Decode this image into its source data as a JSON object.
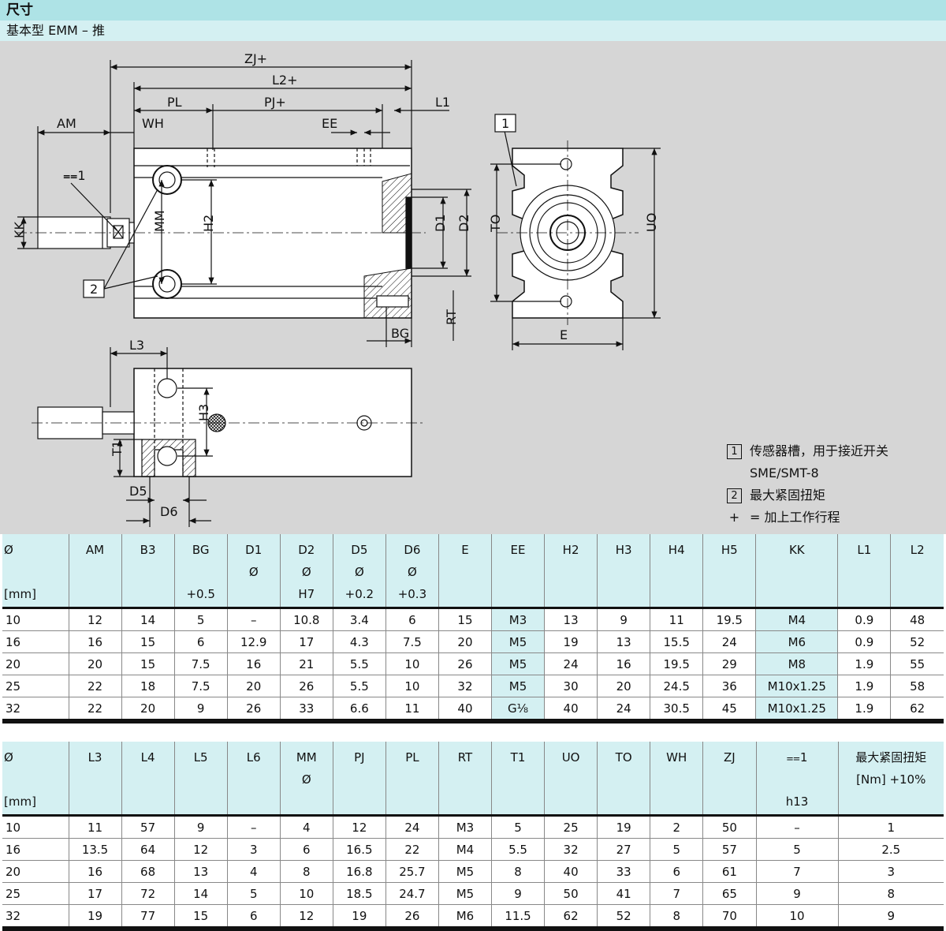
{
  "header": {
    "title": "尺寸",
    "subtitle": "基本型 EMM – 推"
  },
  "drawing": {
    "labels": {
      "ZJ": "ZJ+",
      "L2": "L2+",
      "PL": "PL",
      "PJ": "PJ+",
      "L1": "L1",
      "AM": "AM",
      "WH": "WH",
      "EE": "EE",
      "SW": "⩵1",
      "KK": "KK",
      "MM": "MM",
      "H2": "H2",
      "D1": "D1",
      "D2": "D2",
      "RT": "RT",
      "BG": "BG",
      "TO": "TO",
      "UO": "UO",
      "E": "E",
      "L3": "L3",
      "H3": "H3",
      "T1": "T1",
      "D5": "D5",
      "D6": "D6",
      "callout1": "1",
      "callout2": "2"
    }
  },
  "legend": {
    "item1_num": "1",
    "item1_text": "传感器槽，用于接近开关SME/SMT-8",
    "item2_num": "2",
    "item2_text": "最大紧固扭矩",
    "item3_sym": "+",
    "item3_text": "= 加上工作行程"
  },
  "table1": {
    "headers": [
      {
        "l1": "Ø",
        "l2": "",
        "l3": "[mm]"
      },
      {
        "l1": "AM",
        "l2": "",
        "l3": ""
      },
      {
        "l1": "B3",
        "l2": "",
        "l3": ""
      },
      {
        "l1": "BG",
        "l2": "",
        "l3": "+0.5"
      },
      {
        "l1": "D1",
        "l2": "Ø",
        "l3": ""
      },
      {
        "l1": "D2",
        "l2": "Ø",
        "l3": "H7"
      },
      {
        "l1": "D5",
        "l2": "Ø",
        "l3": "+0.2"
      },
      {
        "l1": "D6",
        "l2": "Ø",
        "l3": "+0.3"
      },
      {
        "l1": "E",
        "l2": "",
        "l3": ""
      },
      {
        "l1": "EE",
        "l2": "",
        "l3": ""
      },
      {
        "l1": "H2",
        "l2": "",
        "l3": ""
      },
      {
        "l1": "H3",
        "l2": "",
        "l3": ""
      },
      {
        "l1": "H4",
        "l2": "",
        "l3": ""
      },
      {
        "l1": "H5",
        "l2": "",
        "l3": ""
      },
      {
        "l1": "KK",
        "l2": "",
        "l3": ""
      },
      {
        "l1": "L1",
        "l2": "",
        "l3": ""
      },
      {
        "l1": "L2",
        "l2": "",
        "l3": ""
      }
    ],
    "rows": [
      [
        "10",
        "12",
        "14",
        "5",
        "–",
        "10.8",
        "3.4",
        "6",
        "15",
        "M3",
        "13",
        "9",
        "11",
        "19.5",
        "M4",
        "0.9",
        "48"
      ],
      [
        "16",
        "16",
        "15",
        "6",
        "12.9",
        "17",
        "4.3",
        "7.5",
        "20",
        "M5",
        "19",
        "13",
        "15.5",
        "24",
        "M6",
        "0.9",
        "52"
      ],
      [
        "20",
        "20",
        "15",
        "7.5",
        "16",
        "21",
        "5.5",
        "10",
        "26",
        "M5",
        "24",
        "16",
        "19.5",
        "29",
        "M8",
        "1.9",
        "55"
      ],
      [
        "25",
        "22",
        "18",
        "7.5",
        "20",
        "26",
        "5.5",
        "10",
        "32",
        "M5",
        "30",
        "20",
        "24.5",
        "36",
        "M10x1.25",
        "1.9",
        "58"
      ],
      [
        "32",
        "22",
        "20",
        "9",
        "26",
        "33",
        "6.6",
        "11",
        "40",
        "G⅛",
        "40",
        "24",
        "30.5",
        "45",
        "M10x1.25",
        "1.9",
        "62"
      ]
    ]
  },
  "table2": {
    "headers": [
      {
        "l1": "Ø",
        "l2": "",
        "l3": "[mm]"
      },
      {
        "l1": "L3",
        "l2": "",
        "l3": ""
      },
      {
        "l1": "L4",
        "l2": "",
        "l3": ""
      },
      {
        "l1": "L5",
        "l2": "",
        "l3": ""
      },
      {
        "l1": "L6",
        "l2": "",
        "l3": ""
      },
      {
        "l1": "MM",
        "l2": "Ø",
        "l3": ""
      },
      {
        "l1": "PJ",
        "l2": "",
        "l3": ""
      },
      {
        "l1": "PL",
        "l2": "",
        "l3": ""
      },
      {
        "l1": "RT",
        "l2": "",
        "l3": ""
      },
      {
        "l1": "T1",
        "l2": "",
        "l3": ""
      },
      {
        "l1": "UO",
        "l2": "",
        "l3": ""
      },
      {
        "l1": "TO",
        "l2": "",
        "l3": ""
      },
      {
        "l1": "WH",
        "l2": "",
        "l3": ""
      },
      {
        "l1": "ZJ",
        "l2": "",
        "l3": ""
      },
      {
        "l1": "⩵1",
        "l2": "",
        "l3": "h13"
      },
      {
        "l1": "最大紧固扭矩",
        "l2": "[Nm] +10%",
        "l3": ""
      }
    ],
    "rows": [
      [
        "10",
        "11",
        "57",
        "9",
        "–",
        "4",
        "12",
        "24",
        "M3",
        "5",
        "25",
        "19",
        "2",
        "50",
        "–",
        "1"
      ],
      [
        "16",
        "13.5",
        "64",
        "12",
        "3",
        "6",
        "16.5",
        "22",
        "M4",
        "5.5",
        "32",
        "27",
        "5",
        "57",
        "5",
        "2.5"
      ],
      [
        "20",
        "16",
        "68",
        "13",
        "4",
        "8",
        "16.8",
        "25.7",
        "M5",
        "8",
        "40",
        "33",
        "6",
        "61",
        "7",
        "3"
      ],
      [
        "25",
        "17",
        "72",
        "14",
        "5",
        "10",
        "18.5",
        "24.7",
        "M5",
        "9",
        "50",
        "41",
        "7",
        "65",
        "9",
        "8"
      ],
      [
        "32",
        "19",
        "77",
        "15",
        "6",
        "12",
        "19",
        "26",
        "M6",
        "11.5",
        "62",
        "52",
        "8",
        "70",
        "10",
        "9"
      ]
    ]
  }
}
